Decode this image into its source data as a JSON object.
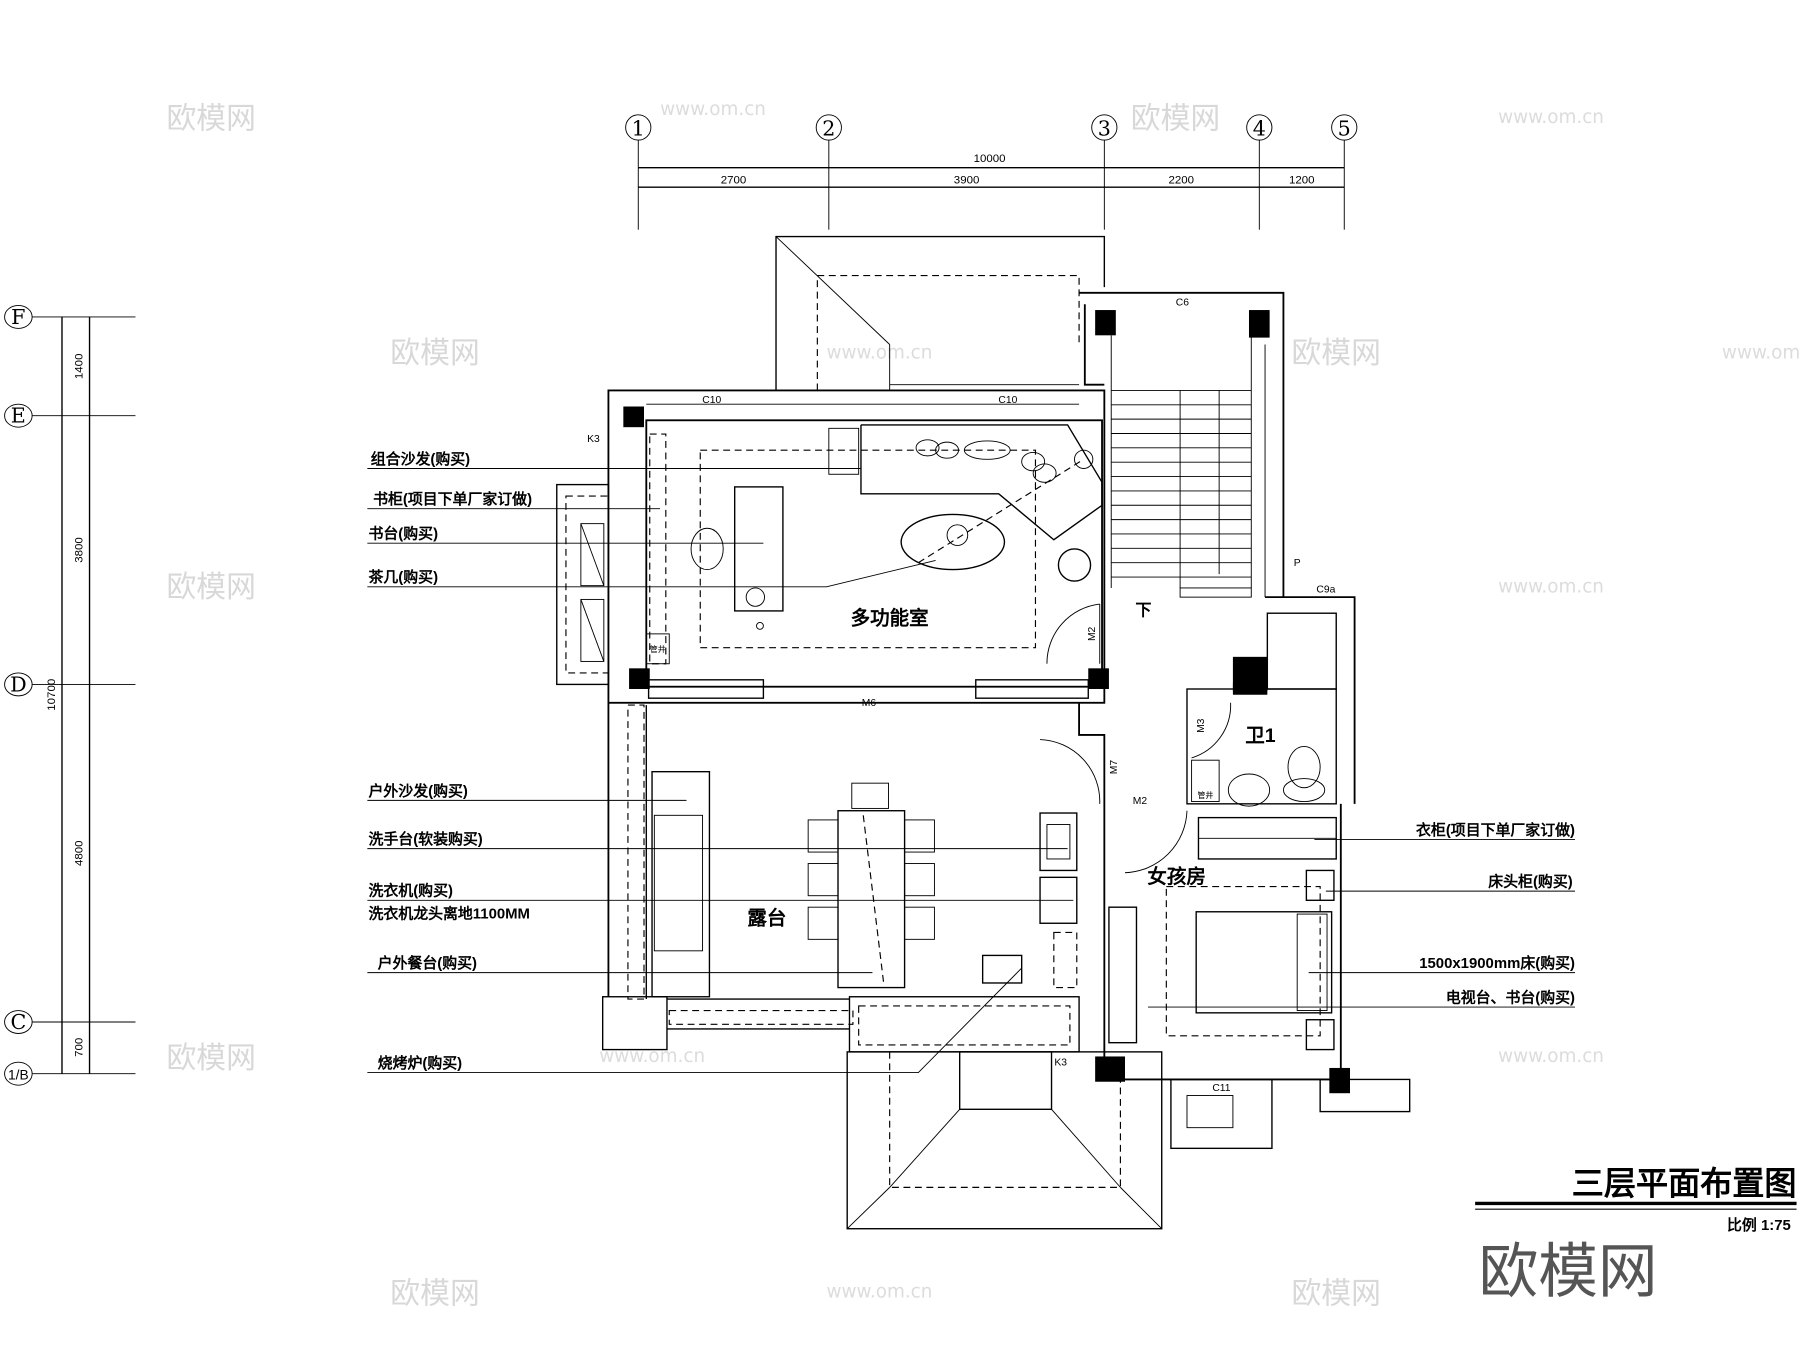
{
  "drawing": {
    "title": "三层平面布置图",
    "scale": "比例 1:75"
  },
  "axes": {
    "columns": [
      "1",
      "2",
      "3",
      "4",
      "5"
    ],
    "rows": [
      "F",
      "E",
      "D",
      "C",
      "1/B"
    ]
  },
  "dimensions": {
    "top_total": "10000",
    "top_segments": [
      "2700",
      "3900",
      "2200",
      "1200"
    ],
    "left_total": "10700",
    "left_segments": [
      "1400",
      "3800",
      "4800",
      "700"
    ]
  },
  "rooms": {
    "multi": "多功能室",
    "stair_down": "下",
    "bath": "卫1",
    "girl": "女孩房",
    "terrace": "露台"
  },
  "tags": {
    "c10": "C10",
    "c6": "C6",
    "k3": "K3",
    "m6": "M6",
    "m2": "M2",
    "m7": "M7",
    "m3": "M3",
    "c9a": "C9a",
    "p": "P",
    "c11": "C11",
    "shaft": "管井"
  },
  "annotations_left": [
    "组合沙发(购买)",
    "书柜(项目下单厂家订做)",
    "书台(购买)",
    "茶几(购买)",
    "户外沙发(购买)",
    "洗手台(软装购买)",
    "洗衣机(购买)",
    "洗衣机龙头离地1100MM",
    "户外餐台(购买)",
    "烧烤炉(购买)"
  ],
  "annotations_right": [
    "衣柜(项目下单厂家订做)",
    "床头柜(购买)",
    "1500x1900mm床(购买)",
    "电视台、书台(购买)"
  ],
  "watermarks": {
    "brand": "欧模网",
    "url": "www.om.cn"
  }
}
